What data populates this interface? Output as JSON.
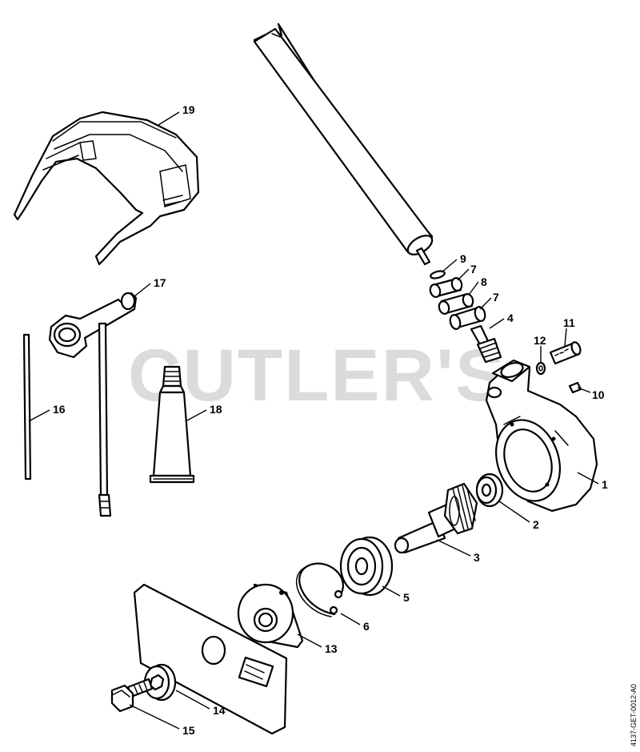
{
  "watermark": "CUTLER'S",
  "drawing_code": "4137-GET-0012-A0",
  "callouts": {
    "c1": "1",
    "c2": "2",
    "c3": "3",
    "c4": "4",
    "c5": "5",
    "c6": "6",
    "c7a": "7",
    "c7b": "7",
    "c8": "8",
    "c9": "9",
    "c10": "10",
    "c11": "11",
    "c12": "12",
    "c13": "13",
    "c14": "14",
    "c15": "15",
    "c16": "16",
    "c17": "17",
    "c18": "18",
    "c19": "19"
  }
}
